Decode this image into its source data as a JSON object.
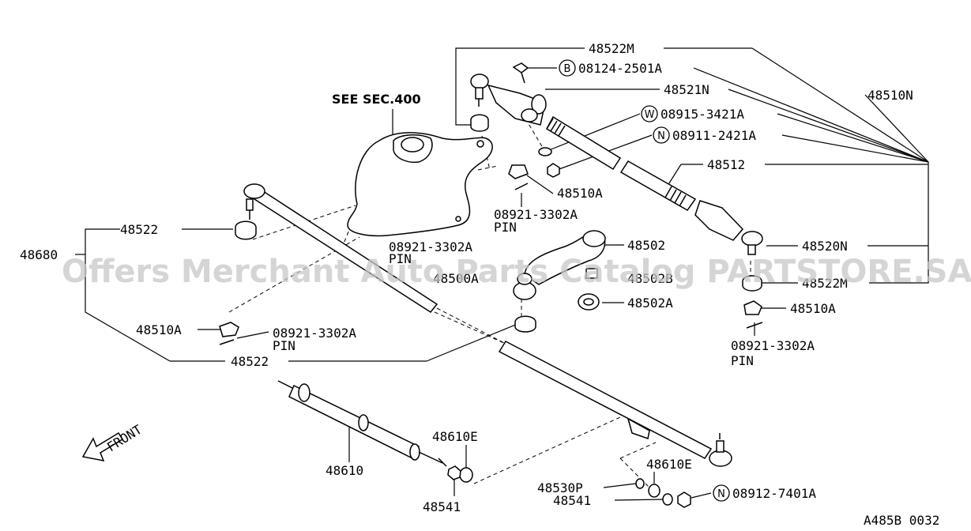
{
  "labels": {
    "p48522M_top": "48522M",
    "p08124": "08124-2501A",
    "p48521N": "48521N",
    "p48510N": "48510N",
    "p08915": "08915-3421A",
    "p08911": "08911-2421A",
    "p48512": "48512",
    "p48510A_top": "48510A",
    "p08921_top": "08921-3302A",
    "pin_top": "PIN",
    "seeSec": "SEE SEC.400",
    "p48522_left": "48522",
    "p48680": "48680",
    "p08921_mid": "08921-3302A",
    "pin_mid": "PIN",
    "p48502": "48502",
    "p48520N": "48520N",
    "p48500": "48500A",
    "p48502B": "48502B",
    "p48522M_right": "48522M",
    "p48502A": "48502A",
    "p48510A_right": "48510A",
    "p08921_right": "08921-3302A",
    "pin_right": "PIN",
    "p48510A_left": "48510A",
    "p08921_left": "08921-3302A",
    "pin_left": "PIN",
    "p48522_bottom": "48522",
    "p48610E_mid": "48610E",
    "p48610": "48610",
    "p48541_left": "48541",
    "p48610E_right": "48610E",
    "p48530P": "48530P",
    "p48541_right": "48541",
    "p08912": "08912-7401A",
    "front": "FRONT",
    "code": "A485B 0032"
  },
  "markers": {
    "b": "B",
    "w": "W",
    "n1": "N",
    "n2": "N"
  },
  "watermark": "Offers Merchant Auto Parts Catalog PARTSTORE.SA",
  "colors": {
    "ink": "#000000",
    "watermark": "#c8c8c8",
    "background": "#ffffff"
  }
}
